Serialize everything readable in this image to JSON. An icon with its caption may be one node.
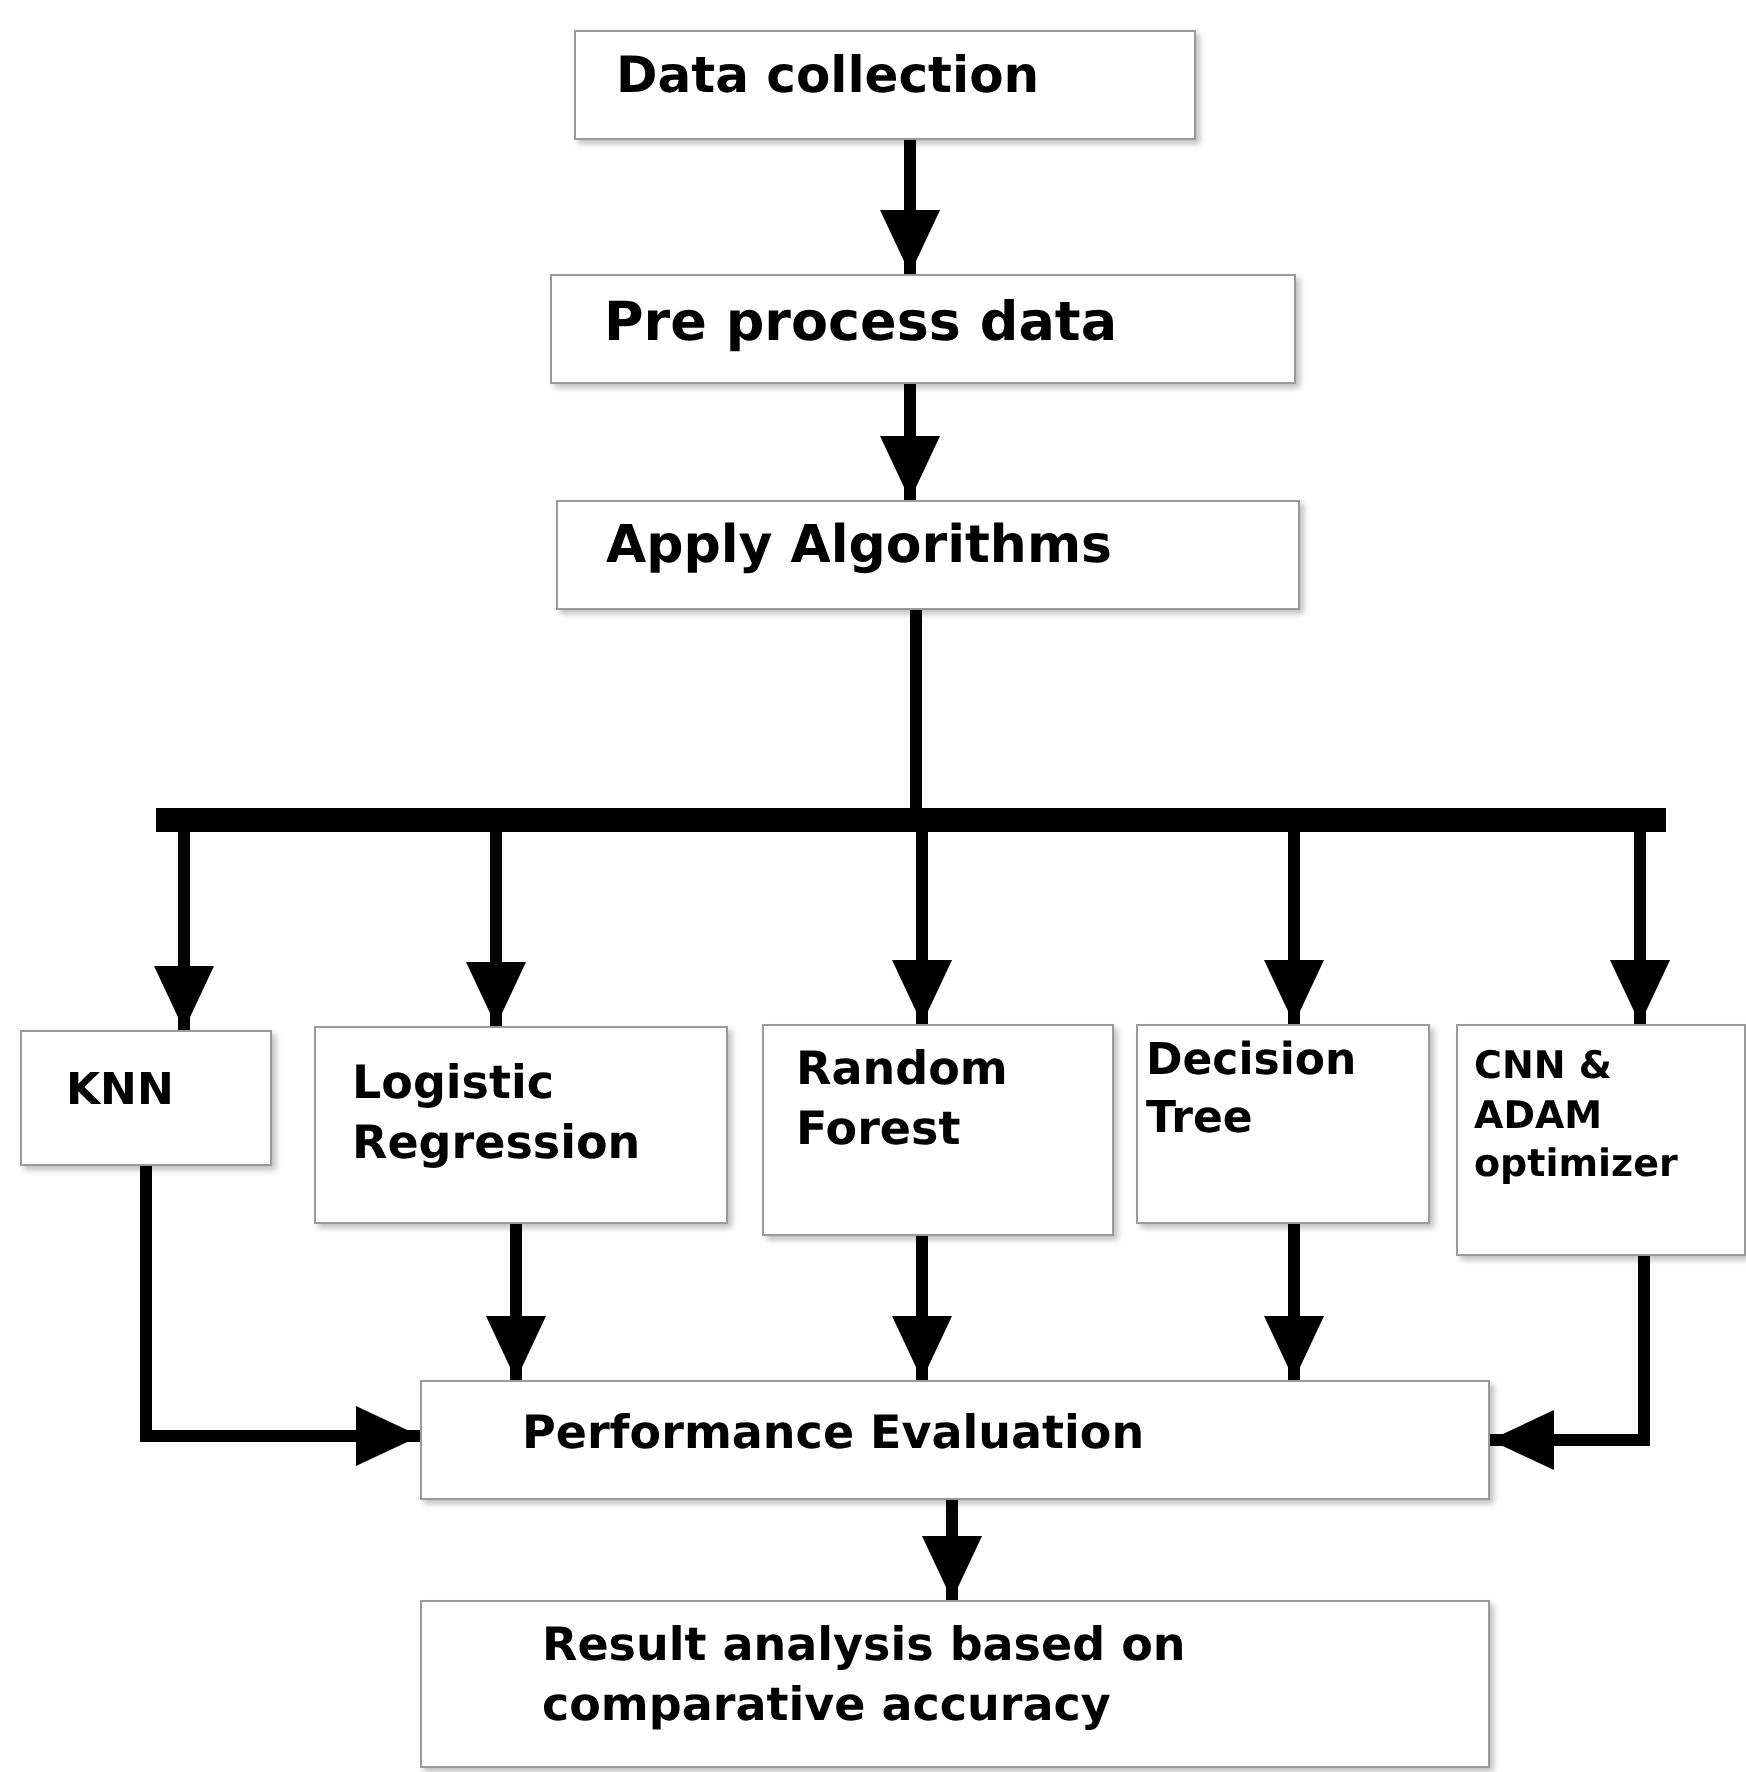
{
  "diagram": {
    "nodes": [
      {
        "text": [
          "Data collection"
        ]
      },
      {
        "text": [
          "Pre process data"
        ]
      },
      {
        "text": [
          "Apply Algorithms"
        ]
      },
      {
        "text": [
          "KNN"
        ]
      },
      {
        "text": [
          "Logistic Regression"
        ]
      },
      {
        "text": [
          "Random Forest"
        ]
      },
      {
        "text": [
          "Decision Tree"
        ]
      },
      {
        "text": [
          "CNN & ADAM optimizer"
        ]
      },
      {
        "text": [
          "Performance Evaluation"
        ]
      },
      {
        "text": [
          "Result analysis based on comparative accuracy"
        ]
      }
    ],
    "edges": [
      {
        "from": 0,
        "to": 1,
        "arrow": "to"
      },
      {
        "from": 1,
        "to": 2,
        "arrow": "to"
      },
      {
        "from": 2,
        "to": 3,
        "arrow": "to"
      },
      {
        "from": 2,
        "to": 4,
        "arrow": "to"
      },
      {
        "from": 2,
        "to": 5,
        "arrow": "to"
      },
      {
        "from": 2,
        "to": 6,
        "arrow": "to"
      },
      {
        "from": 2,
        "to": 7,
        "arrow": "to"
      },
      {
        "from": 3,
        "to": 8,
        "arrow": "to"
      },
      {
        "from": 4,
        "to": 8,
        "arrow": "to"
      },
      {
        "from": 5,
        "to": 8,
        "arrow": "to"
      },
      {
        "from": 6,
        "to": 8,
        "arrow": "to"
      },
      {
        "from": 7,
        "to": 8,
        "arrow": "to"
      },
      {
        "from": 8,
        "to": 9,
        "arrow": "to"
      }
    ]
  }
}
